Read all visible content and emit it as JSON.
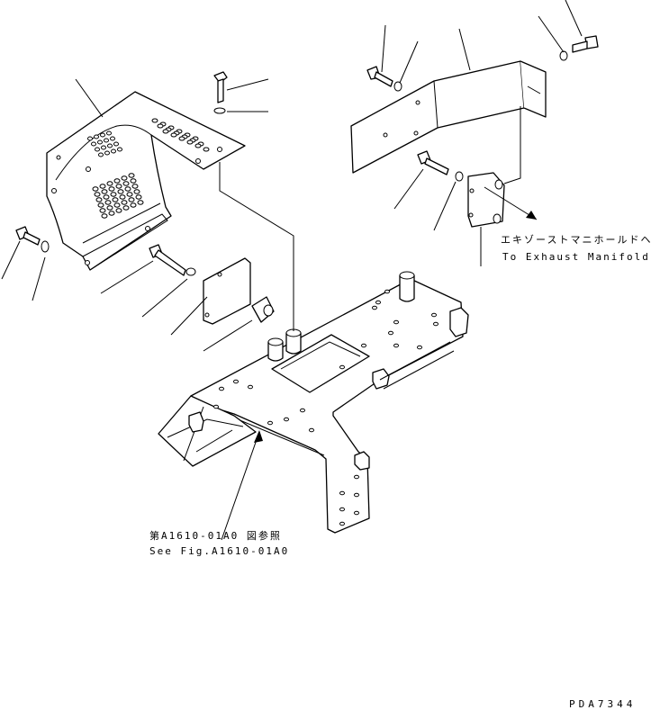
{
  "annotations": {
    "exhaust_jp": "エキゾーストマニホールドヘ",
    "exhaust_en": "To Exhaust Manifold",
    "fig_ref_jp": "第A1610-01A0 図参照",
    "fig_ref_en": "See Fig.A1610-01A0",
    "drawing_code": "PDA7344"
  }
}
